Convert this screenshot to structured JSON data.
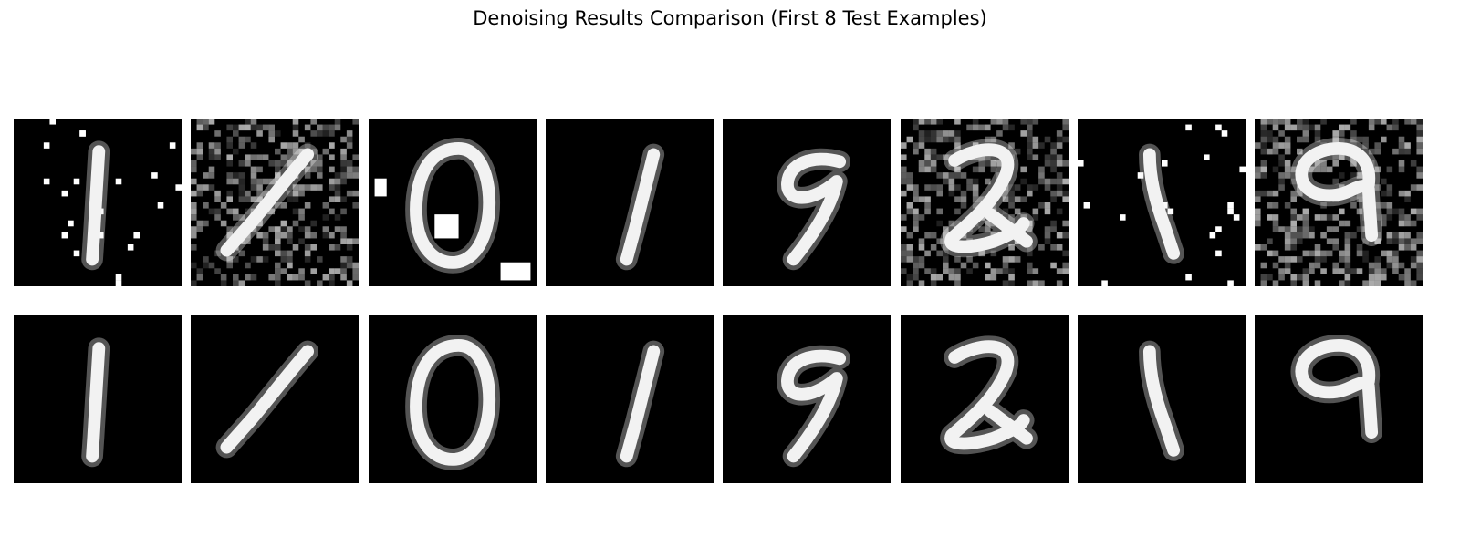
{
  "figure": {
    "title": "Denoising Results Comparison (First 8 Test Examples)"
  },
  "colors": {
    "background": "#ffffff",
    "image_background": "#000000",
    "digit_stroke": "#f2f2f2",
    "noise": "#ffffff"
  },
  "rows": [
    {
      "role": "noisy-input",
      "panels": [
        {
          "digit": "1",
          "noise": "salt"
        },
        {
          "digit": "1",
          "noise": "gaussian"
        },
        {
          "digit": "0",
          "noise": "block"
        },
        {
          "digit": "1",
          "noise": "none"
        },
        {
          "digit": "9",
          "noise": "none"
        },
        {
          "digit": "2",
          "noise": "gaussian"
        },
        {
          "digit": "1",
          "noise": "salt"
        },
        {
          "digit": "9",
          "noise": "gaussian"
        }
      ]
    },
    {
      "role": "denoised-output",
      "panels": [
        {
          "digit": "1",
          "noise": "none"
        },
        {
          "digit": "1",
          "noise": "none"
        },
        {
          "digit": "0",
          "noise": "none"
        },
        {
          "digit": "1",
          "noise": "none"
        },
        {
          "digit": "9",
          "noise": "none"
        },
        {
          "digit": "2",
          "noise": "none"
        },
        {
          "digit": "1",
          "noise": "none"
        },
        {
          "digit": "9",
          "noise": "none"
        }
      ]
    }
  ]
}
